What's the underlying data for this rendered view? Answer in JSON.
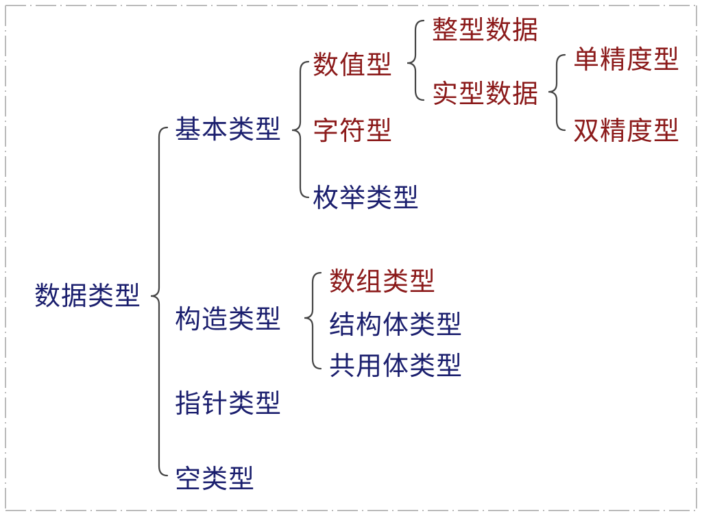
{
  "colors": {
    "navy": "#1b1f6e",
    "dark_red": "#8b1a1a",
    "bracket": "#444444"
  },
  "tree": {
    "root": {
      "label": "数据类型",
      "color": "navy"
    },
    "basic": {
      "label": "基本类型",
      "color": "navy"
    },
    "numeric": {
      "label": "数值型",
      "color": "dark_red"
    },
    "integer": {
      "label": "整型数据",
      "color": "dark_red"
    },
    "real": {
      "label": "实型数据",
      "color": "dark_red"
    },
    "single": {
      "label": "单精度型",
      "color": "dark_red"
    },
    "double": {
      "label": "双精度型",
      "color": "dark_red"
    },
    "char": {
      "label": "字符型",
      "color": "dark_red"
    },
    "enum": {
      "label": "枚举类型",
      "color": "navy"
    },
    "constructed": {
      "label": "构造类型",
      "color": "navy"
    },
    "array": {
      "label": "数组类型",
      "color": "dark_red"
    },
    "struct": {
      "label": "结构体类型",
      "color": "navy"
    },
    "union": {
      "label": "共用体类型",
      "color": "navy"
    },
    "pointer": {
      "label": "指针类型",
      "color": "navy"
    },
    "void": {
      "label": "空类型",
      "color": "navy"
    }
  }
}
